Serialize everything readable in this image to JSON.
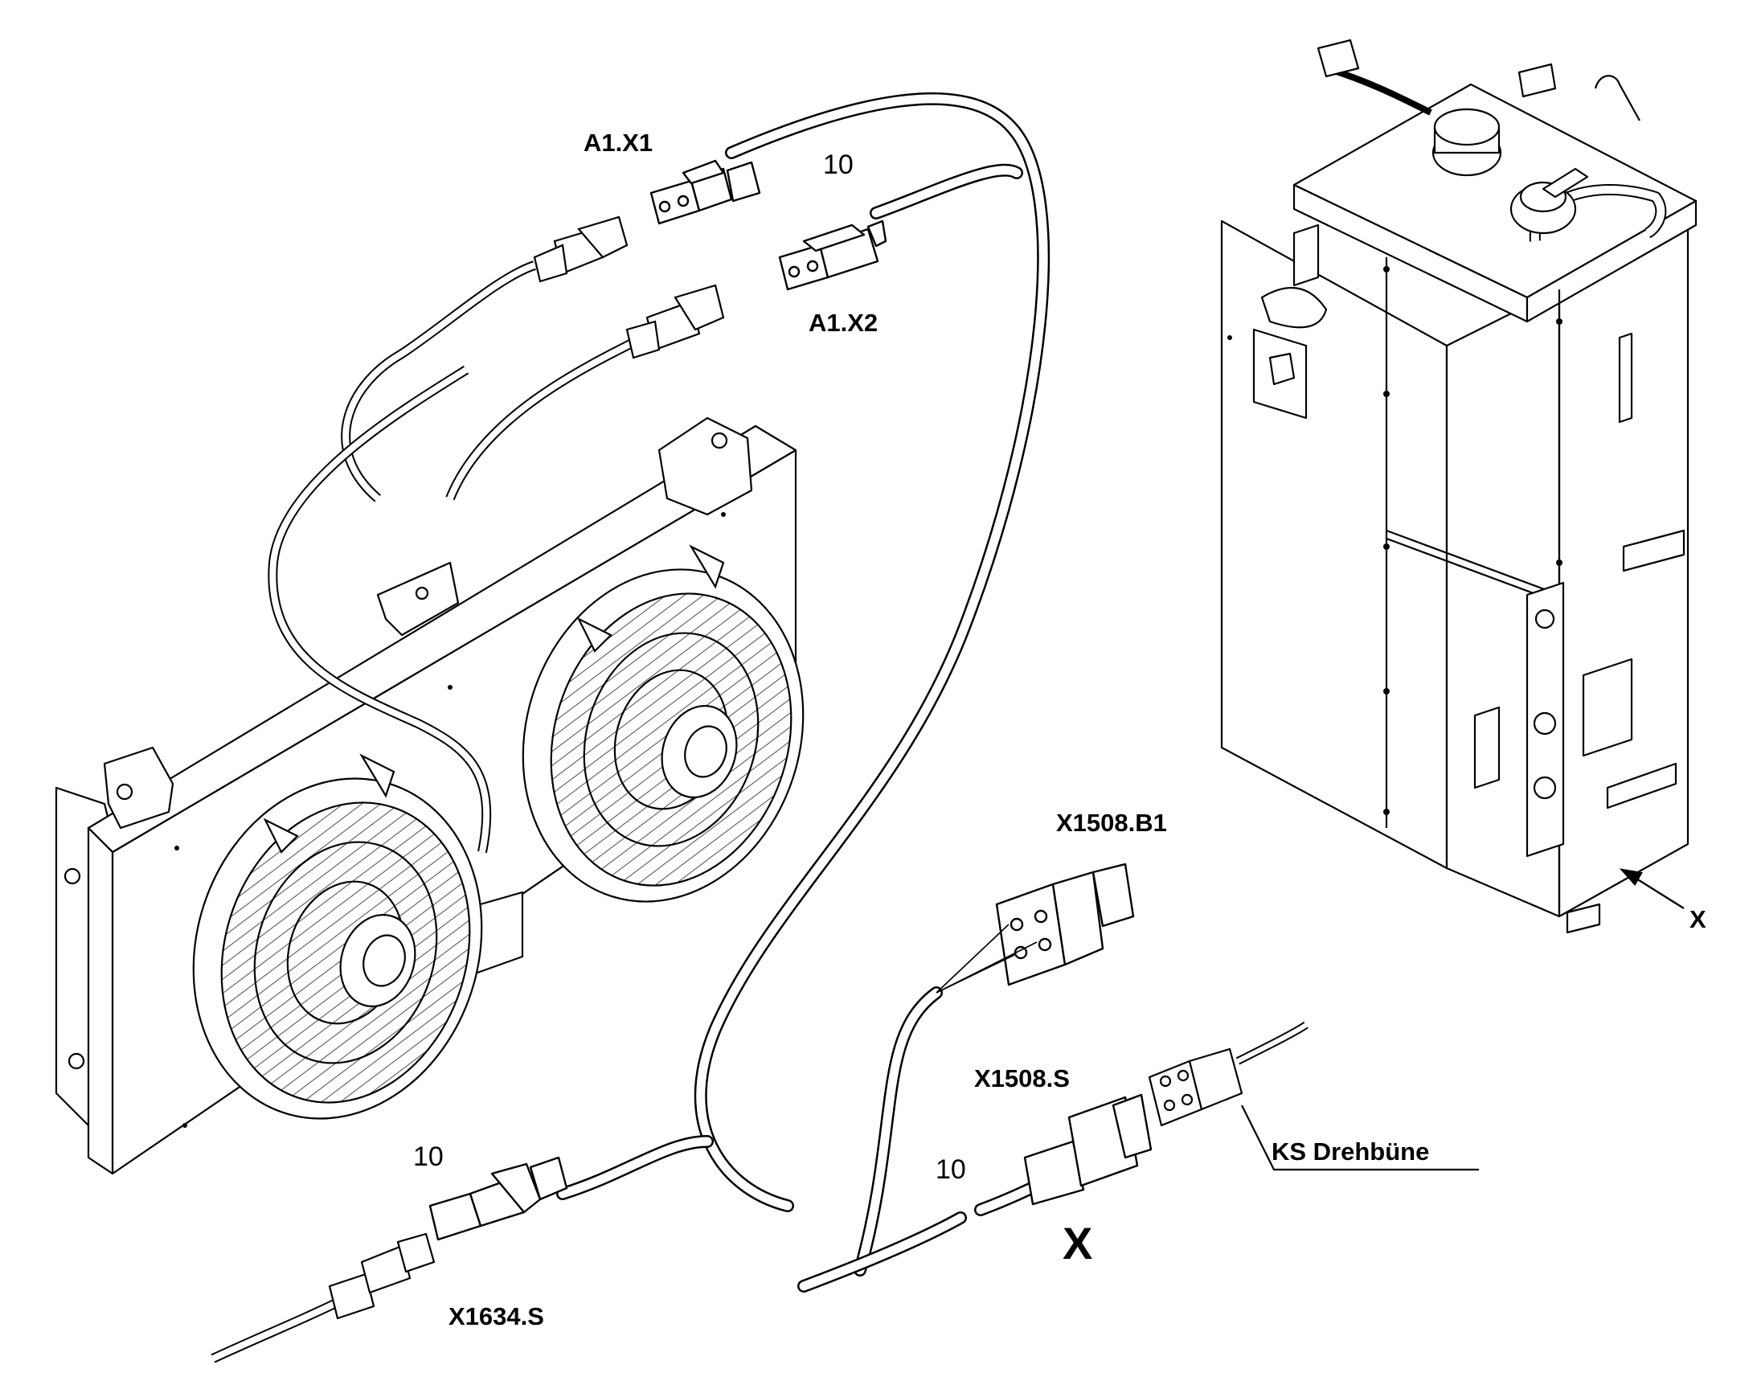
{
  "labels": {
    "a1x1": "A1.X1",
    "a1x2": "A1.X2",
    "x1508b1": "X1508.B1",
    "x1508s": "X1508.S",
    "x1634s": "X1634.S",
    "ks": "KS Drehbüne",
    "x_small": "X",
    "x_big": "X"
  },
  "numbers": {
    "n_a1": "10",
    "n_x1634": "10",
    "n_x1508": "10"
  },
  "colors": {
    "line": "#000000",
    "fill": "#ffffff",
    "light": "#cfcfcf"
  }
}
